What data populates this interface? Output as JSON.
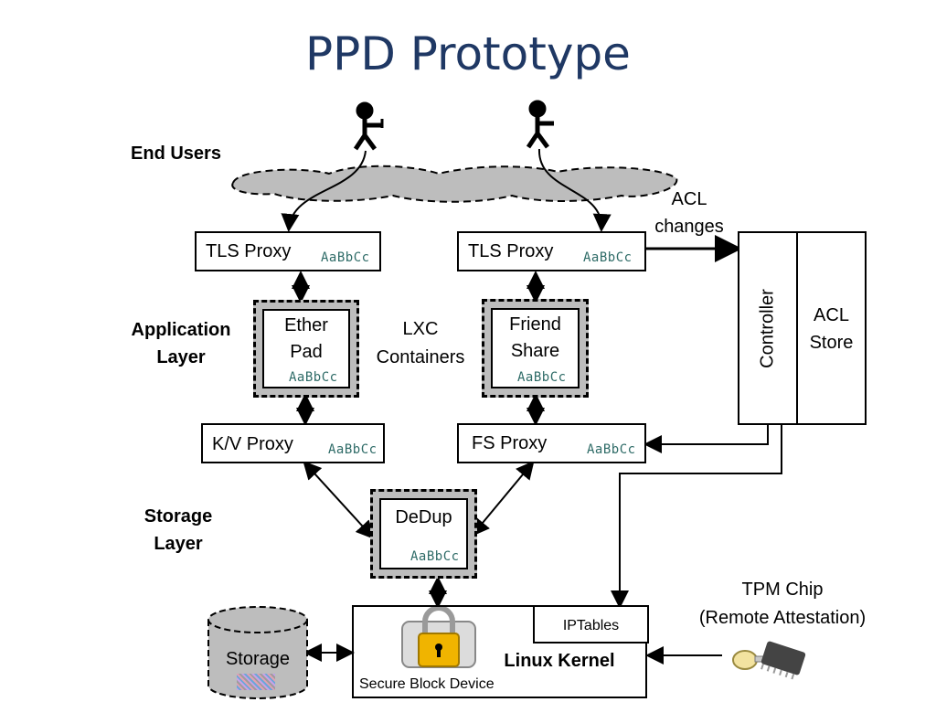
{
  "title": "PPD Prototype",
  "layers": {
    "end_users": "End Users",
    "application_line1": "Application",
    "application_line2": "Layer",
    "storage_line1": "Storage",
    "storage_line2": "Layer"
  },
  "nodes": {
    "tls_proxy_left": "TLS Proxy",
    "tls_proxy_right": "TLS Proxy",
    "etherpad_line1": "Ether",
    "etherpad_line2": "Pad",
    "friendshare_line1": "Friend",
    "friendshare_line2": "Share",
    "kv_proxy": "K/V Proxy",
    "fs_proxy": "FS Proxy",
    "dedup": "DeDup",
    "controller": "Controller",
    "acl_store_line1": "ACL",
    "acl_store_line2": "Store",
    "storage": "Storage",
    "iptables": "IPTables",
    "linux_kernel": "Linux Kernel",
    "secure_block_device": "Secure Block Device",
    "tpm_line1": "TPM Chip",
    "tpm_line2": "(Remote Attestation)"
  },
  "annotations": {
    "lxc_line1": "LXC",
    "lxc_line2": "Containers",
    "acl_changes_line1": "ACL",
    "acl_changes_line2": "changes"
  },
  "style_badge": "AaBbCc",
  "icons": [
    "stick-figure-icon",
    "cloud-icon",
    "padlock-icon",
    "stamp-icon",
    "key-icon",
    "chip-icon"
  ],
  "colors": {
    "title": "#1f3864",
    "cloud": "#bdbdbd",
    "badge": "#2e6b67",
    "padlock": "#f0b400"
  }
}
